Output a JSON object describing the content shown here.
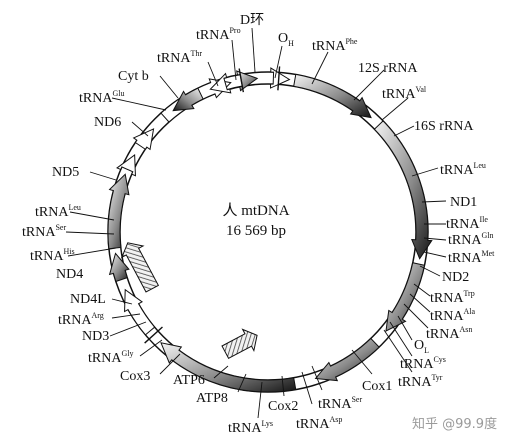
{
  "center": {
    "line1": "人 mtDNA",
    "line2": "16 569 bp"
  },
  "labels": {
    "dloop": "D环",
    "oh": "O",
    "oh_sub": "H",
    "trna_phe": "tRNA",
    "trna_phe_sup": "Phe",
    "rrna12s": "12S rRNA",
    "trna_val": "tRNA",
    "trna_val_sup": "Val",
    "rrna16s": "16S rRNA",
    "trna_leu1": "tRNA",
    "trna_leu1_sup": "Leu",
    "nd1": "ND1",
    "trna_ile": "tRNA",
    "trna_ile_sup": "Ile",
    "trna_gln": "tRNA",
    "trna_gln_sup": "Gln",
    "trna_met": "tRNA",
    "trna_met_sup": "Met",
    "nd2": "ND2",
    "trna_trp": "tRNA",
    "trna_trp_sup": "Trp",
    "trna_ala": "tRNA",
    "trna_ala_sup": "Ala",
    "trna_asn": "tRNA",
    "trna_asn_sup": "Asn",
    "ol": "O",
    "ol_sub": "L",
    "trna_cys": "tRNA",
    "trna_cys_sup": "Cys",
    "trna_tyr": "tRNA",
    "trna_tyr_sup": "Tyr",
    "cox1": "Cox1",
    "trna_ser1": "tRNA",
    "trna_ser1_sup": "Ser",
    "trna_asp": "tRNA",
    "trna_asp_sup": "Asp",
    "cox2": "Cox2",
    "trna_lys": "tRNA",
    "trna_lys_sup": "Lys",
    "atp8": "ATP8",
    "atp6": "ATP6",
    "cox3": "Cox3",
    "trna_gly": "tRNA",
    "trna_gly_sup": "Gly",
    "nd3": "ND3",
    "trna_arg": "tRNA",
    "trna_arg_sup": "Arg",
    "nd4l": "ND4L",
    "nd4": "ND4",
    "trna_his": "tRNA",
    "trna_his_sup": "His",
    "trna_ser2": "tRNA",
    "trna_ser2_sup": "Ser",
    "trna_leu2": "tRNA",
    "trna_leu2_sup": "Leu",
    "nd5": "ND5",
    "nd6": "ND6",
    "trna_glu": "tRNA",
    "trna_glu_sup": "Glu",
    "cytb": "Cyt b",
    "trna_thr": "tRNA",
    "trna_thr_sup": "Thr",
    "trna_pro": "tRNA",
    "trna_pro_sup": "Pro"
  },
  "watermark": "知乎 @99.9度"
}
